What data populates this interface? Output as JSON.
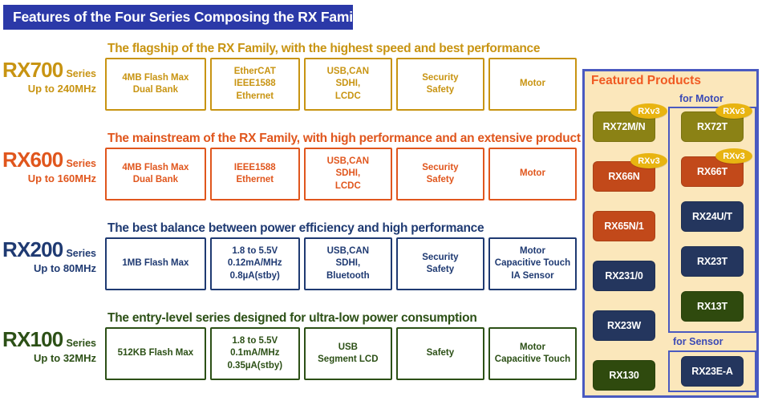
{
  "title": "Features of the Four Series Composing the RX Family",
  "colors": {
    "banner_bg": "#2b39a8",
    "rx700": "#c89412",
    "rx600": "#e0561d",
    "rx200": "#1f3a72",
    "rx100": "#2c5016",
    "panel_bg": "#fbe7bb",
    "panel_border": "#4a5ac0",
    "featured_title": "#f05a22",
    "badge_bg": "#e8b411",
    "prod_olive": "#8b8215",
    "prod_orange": "#c2491a",
    "prod_navy": "#24365e",
    "prod_green": "#2f4a0e"
  },
  "series": [
    {
      "name": "RX700",
      "series_word": "Series",
      "frequency": "Up to 240MHz",
      "caption": "The flagship of the RX Family, with the highest speed and best performance",
      "cards": [
        [
          "4MB Flash Max",
          "Dual Bank"
        ],
        [
          "EtherCAT",
          "IEEE1588",
          "Ethernet"
        ],
        [
          "USB,CAN",
          "SDHI,",
          "LCDC"
        ],
        [
          "Security",
          "Safety"
        ],
        [
          "Motor"
        ]
      ]
    },
    {
      "name": "RX600",
      "series_word": "Series",
      "frequency": "Up to 160MHz",
      "caption": "The mainstream of the RX Family, with high performance and an extensive product lineup",
      "cards": [
        [
          "4MB Flash Max",
          "Dual Bank"
        ],
        [
          "IEEE1588",
          "Ethernet"
        ],
        [
          "USB,CAN",
          "SDHI,",
          "LCDC"
        ],
        [
          "Security",
          "Safety"
        ],
        [
          "Motor"
        ]
      ]
    },
    {
      "name": "RX200",
      "series_word": "Series",
      "frequency": "Up to 80MHz",
      "caption": "The best balance between power efficiency and high performance",
      "cards": [
        [
          "1MB Flash Max"
        ],
        [
          "1.8 to 5.5V",
          "0.12mA/MHz",
          "0.8µA(stby)"
        ],
        [
          "USB,CAN",
          "SDHI,",
          "Bluetooth"
        ],
        [
          "Security",
          "Safety"
        ],
        [
          "Motor",
          "Capacitive Touch",
          "IA Sensor"
        ]
      ]
    },
    {
      "name": "RX100",
      "series_word": "Series",
      "frequency": "Up to 32MHz",
      "caption": "The entry-level series designed for ultra-low power consumption",
      "cards": [
        [
          "512KB Flash Max"
        ],
        [
          "1.8 to 5.5V",
          "0.1mA/MHz",
          "0.35µA(stby)"
        ],
        [
          "USB",
          "Segment LCD"
        ],
        [
          "Safety"
        ],
        [
          "Motor",
          "Capacitive Touch"
        ]
      ]
    }
  ],
  "featured": {
    "title": "Featured Products",
    "subhead_motor": "for Motor",
    "subhead_sensor": "for Sensor",
    "badge_label": "RXv3",
    "left_column": [
      {
        "label": "RX72M/N",
        "color": "olive",
        "badge": true
      },
      {
        "label": "RX66N",
        "color": "orange",
        "badge": true
      },
      {
        "label": "RX65N/1",
        "color": "orange",
        "badge": false
      },
      {
        "label": "RX231/0",
        "color": "navy",
        "badge": false
      },
      {
        "label": "RX23W",
        "color": "navy",
        "badge": false
      },
      {
        "label": "RX130",
        "color": "green",
        "badge": false
      }
    ],
    "motor_column": [
      {
        "label": "RX72T",
        "color": "olive",
        "badge": true
      },
      {
        "label": "RX66T",
        "color": "orange",
        "badge": true
      },
      {
        "label": "RX24U/T",
        "color": "navy",
        "badge": false
      },
      {
        "label": "RX23T",
        "color": "navy",
        "badge": false
      },
      {
        "label": "RX13T",
        "color": "green",
        "badge": false
      }
    ],
    "sensor_column": [
      {
        "label": "RX23E-A",
        "color": "navy",
        "badge": false
      }
    ]
  }
}
